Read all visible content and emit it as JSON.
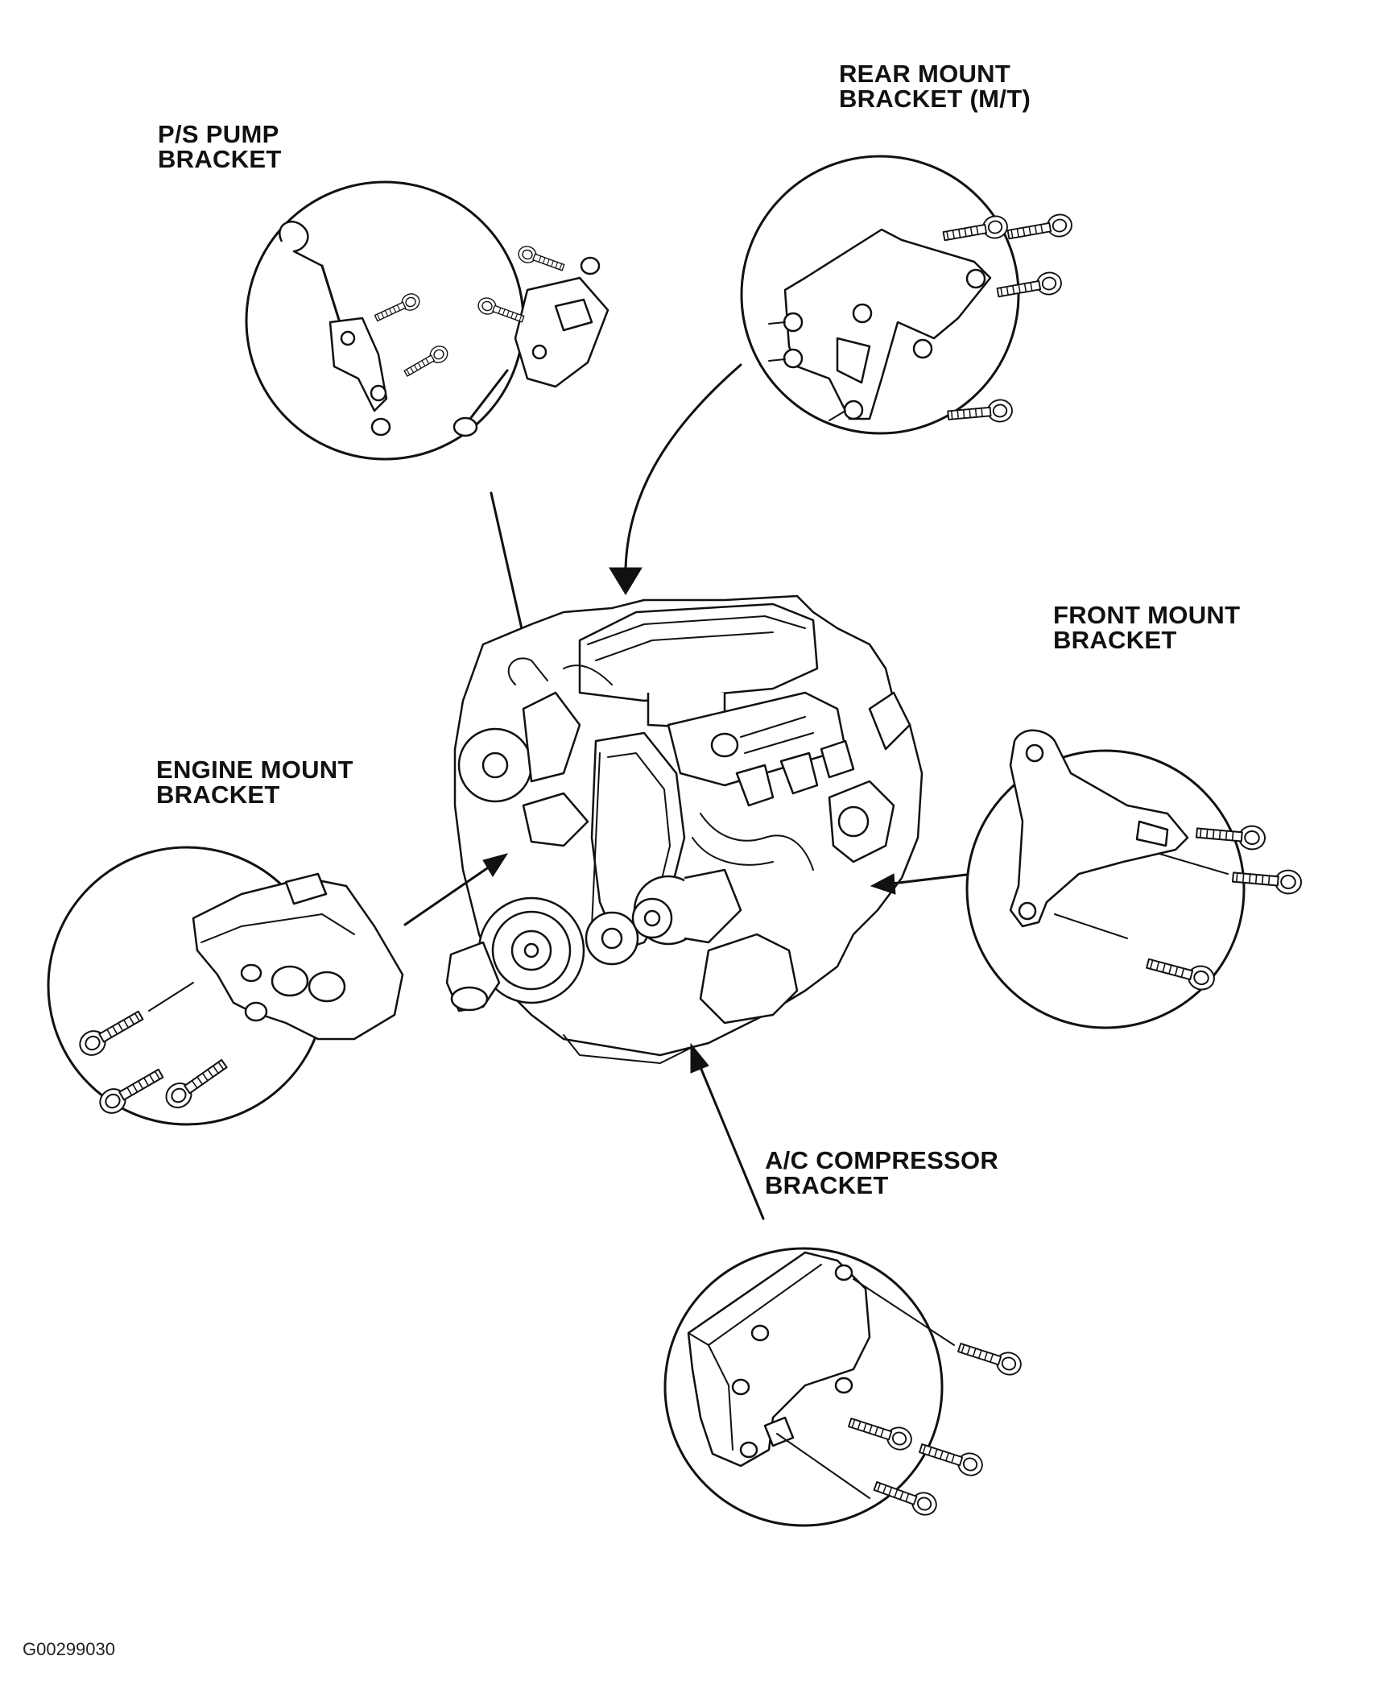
{
  "labels": {
    "ps_pump": [
      "P/S PUMP",
      "BRACKET"
    ],
    "rear_mount": [
      "REAR MOUNT",
      "BRACKET (M/T)"
    ],
    "front_mount": [
      "FRONT MOUNT",
      "BRACKET"
    ],
    "engine_mount": [
      "ENGINE MOUNT",
      "BRACKET"
    ],
    "ac_compressor": [
      "A/C COMPRESSOR",
      "BRACKET"
    ]
  },
  "figure_id": "G00299030",
  "colors": {
    "ink": "#111111",
    "background": "#ffffff"
  }
}
